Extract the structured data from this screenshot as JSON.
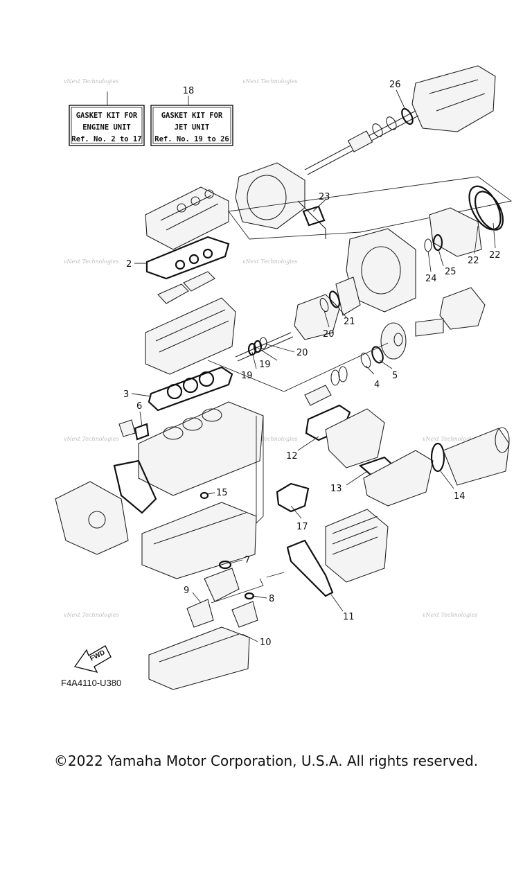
{
  "kits": [
    {
      "ref": "",
      "lines": [
        "GASKET KIT FOR",
        "ENGINE UNIT",
        "Ref. No. 2 to 17"
      ]
    },
    {
      "ref": "18",
      "lines": [
        "GASKET KIT FOR",
        "JET UNIT",
        "Ref. No. 19 to 26"
      ]
    }
  ],
  "callouts": [
    "2",
    "3",
    "4",
    "5",
    "6",
    "7",
    "8",
    "9",
    "10",
    "11",
    "12",
    "13",
    "14",
    "15",
    "17",
    "19",
    "19",
    "20",
    "20",
    "21",
    "22",
    "22",
    "23",
    "24",
    "25",
    "26"
  ],
  "watermark": "vNext Technologies",
  "diagram_code": "F4A4110-U380",
  "fwd_label": "FWD",
  "copyright": "©2022 Yamaha Motor Corporation, U.S.A. All rights reserved."
}
